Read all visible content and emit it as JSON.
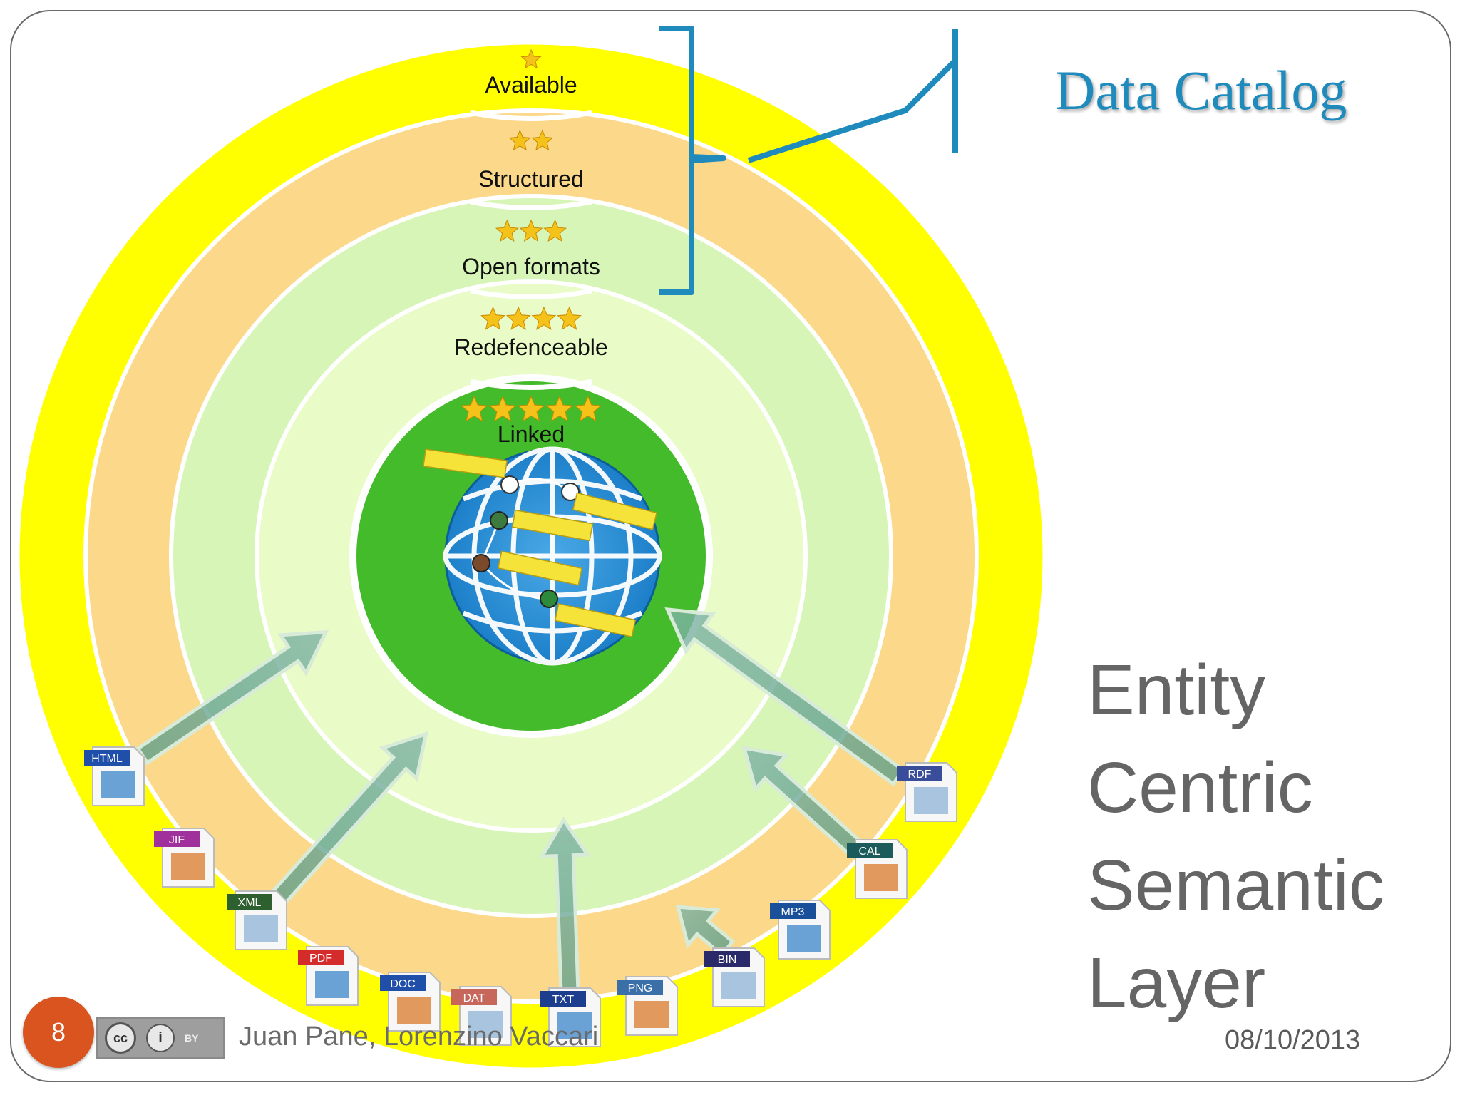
{
  "slide": {
    "title": "Data Catalog",
    "side_text_lines": [
      "Entity",
      "Centric",
      "Semantic",
      "Layer"
    ],
    "page_number": "8",
    "authors": "Juan Pane, Lorenzino Vaccari",
    "date": "08/10/2013",
    "license_marks": [
      "cc",
      "i",
      "BY"
    ]
  },
  "diagram": {
    "layers": [
      {
        "label": "Available",
        "stars": 1,
        "color": "#ffff00"
      },
      {
        "label": "Structured",
        "stars": 2,
        "color": "#fbd88a"
      },
      {
        "label": "Open formats",
        "stars": 3,
        "color": "#d8f5b8"
      },
      {
        "label": "Redefenceable",
        "stars": 4,
        "color": "#e9fbc6"
      },
      {
        "label": "Linked",
        "stars": 5,
        "color": "#44bb2a"
      }
    ],
    "bracket_color": "#1f8bbd",
    "file_types": [
      "HTML",
      "JIF",
      "XML",
      "PDF",
      "DOC",
      "DAT",
      "TXT",
      "PNG",
      "BIN",
      "MP3",
      "CAL",
      "RDF"
    ],
    "file_label_colors": {
      "HTML": "#1f4fa8",
      "JIF": "#a0309b",
      "XML": "#2e5f2e",
      "PDF": "#d42b2b",
      "DOC": "#1f4fa8",
      "DAT": "#c7665b",
      "TXT": "#1d3d8f",
      "PNG": "#3a6fa8",
      "BIN": "#2a2a6a",
      "MP3": "#1a4f9a",
      "CAL": "#1b5b5b",
      "RDF": "#3a4d9a"
    },
    "icon_names": [
      "star-icon",
      "globe-network-icon",
      "file-icon",
      "arrow-icon",
      "creative-commons-icon"
    ]
  }
}
